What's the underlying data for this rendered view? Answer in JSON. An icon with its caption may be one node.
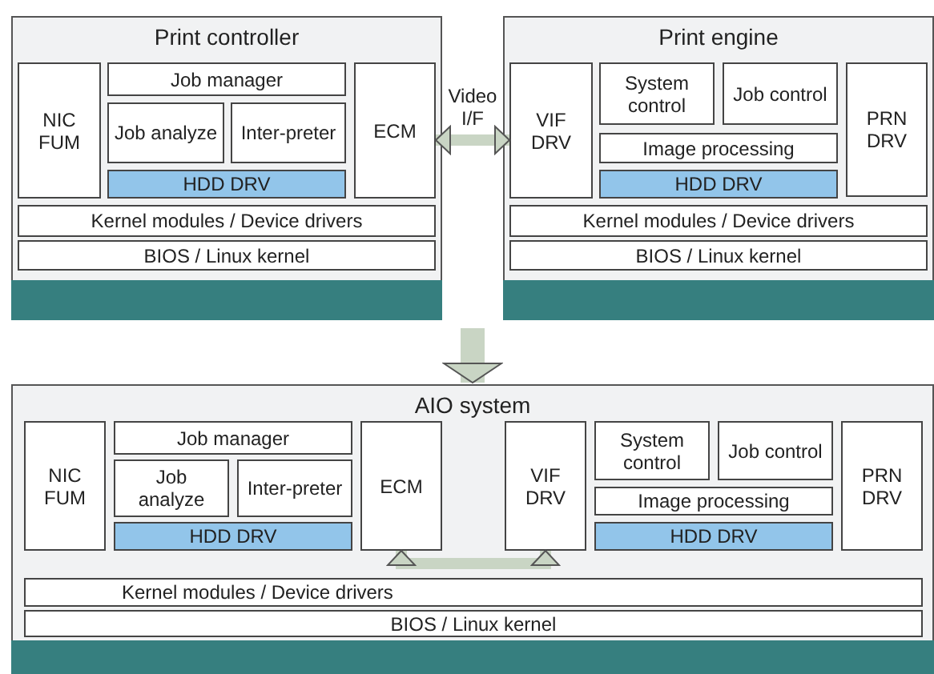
{
  "diagram": {
    "nodes": [
      {
        "text": [
          "Print controller"
        ]
      },
      {
        "text": [
          "NIC FUM"
        ],
        "in": 0
      },
      {
        "text": [
          "Job manager"
        ],
        "in": 0
      },
      {
        "text": [
          "Job analyze"
        ],
        "in": 0
      },
      {
        "text": [
          "Inter-preter"
        ],
        "in": 0
      },
      {
        "text": [
          "HDD DRV"
        ],
        "in": 0
      },
      {
        "text": [
          "ECM"
        ],
        "in": 0
      },
      {
        "text": [
          "Kernel modules / Device drivers"
        ],
        "in": 0
      },
      {
        "text": [
          "BIOS / Linux kernel"
        ],
        "in": 0
      },
      {
        "text": [],
        "shape": "bar",
        "in": 0
      },
      {
        "text": [
          "Print engine"
        ]
      },
      {
        "text": [
          "VIF DRV"
        ],
        "in": 10
      },
      {
        "text": [
          "System control"
        ],
        "in": 10
      },
      {
        "text": [
          "Job control"
        ],
        "in": 10
      },
      {
        "text": [
          "Image processing"
        ],
        "in": 10
      },
      {
        "text": [
          "HDD DRV"
        ],
        "in": 10
      },
      {
        "text": [
          "PRN DRV"
        ],
        "in": 10
      },
      {
        "text": [
          "Kernel modules / Device drivers"
        ],
        "in": 10
      },
      {
        "text": [
          "BIOS / Linux kernel"
        ],
        "in": 10
      },
      {
        "text": [],
        "shape": "bar",
        "in": 10
      },
      {
        "text": [
          "AIO system"
        ]
      },
      {
        "text": [
          "NIC FUM"
        ],
        "in": 20
      },
      {
        "text": [
          "Job manager"
        ],
        "in": 20
      },
      {
        "text": [
          "Job analyze"
        ],
        "in": 20
      },
      {
        "text": [
          "Inter-preter"
        ],
        "in": 20
      },
      {
        "text": [
          "HDD DRV"
        ],
        "in": 20
      },
      {
        "text": [
          "ECM"
        ],
        "in": 20
      },
      {
        "text": [
          "VIF DRV"
        ],
        "in": 20
      },
      {
        "text": [
          "System control"
        ],
        "in": 20
      },
      {
        "text": [
          "Job control"
        ],
        "in": 20
      },
      {
        "text": [
          "Image processing"
        ],
        "in": 20
      },
      {
        "text": [
          "HDD DRV"
        ],
        "in": 20
      },
      {
        "text": [
          "PRN DRV"
        ],
        "in": 20
      },
      {
        "text": [
          "Kernel modules / Device drivers"
        ],
        "in": 20
      },
      {
        "text": [
          "BIOS / Linux kernel"
        ],
        "in": 20
      },
      {
        "text": [],
        "shape": "bar",
        "in": 20
      }
    ],
    "edges": [
      {
        "from": 6,
        "to": 11,
        "arrow": "both",
        "label": "Video I/F"
      },
      {
        "from": null,
        "to": 20,
        "arrow": "to",
        "style": "thick"
      },
      {
        "from": 26,
        "to": 27,
        "arrow": "both"
      }
    ]
  }
}
